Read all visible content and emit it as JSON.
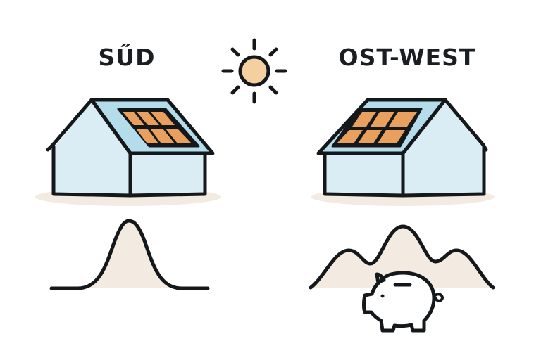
{
  "titles": {
    "left": "SŰD",
    "right": "OST-WEST"
  },
  "colors": {
    "outline": "#15181a",
    "wall": "#daedf5",
    "roof": "#b5dceb",
    "panel": "#e9a05e",
    "sun": "#f4cf9f",
    "ground": "#f3ebe1",
    "curve_fill": "#f3ebe1",
    "piggy": "#ffffff"
  },
  "icons": {
    "sun": "sun-icon",
    "left_house": "house-south-roof-icon",
    "right_house": "house-east-west-roof-icon",
    "left_curve": "single-peak-curve-icon",
    "right_curve": "double-peak-curve-icon",
    "piggy": "piggy-bank-icon"
  },
  "chart_data": [
    {
      "type": "area",
      "title": "SŰD",
      "description": "Single bell-shaped yield curve peaking at midday",
      "x": [
        0,
        1,
        2,
        3,
        4,
        5,
        6,
        7,
        8,
        9,
        10
      ],
      "values": [
        0,
        0.02,
        0.1,
        0.35,
        0.8,
        1.0,
        0.8,
        0.35,
        0.1,
        0.02,
        0
      ]
    },
    {
      "type": "area",
      "title": "OST-WEST",
      "description": "Flatter yield curve with morning, midday and evening peaks",
      "x": [
        0,
        1,
        2,
        3,
        4,
        5,
        6,
        7,
        8,
        9,
        10
      ],
      "values": [
        0,
        0.35,
        0.6,
        0.45,
        0.75,
        0.95,
        0.75,
        0.45,
        0.6,
        0.35,
        0
      ]
    }
  ]
}
